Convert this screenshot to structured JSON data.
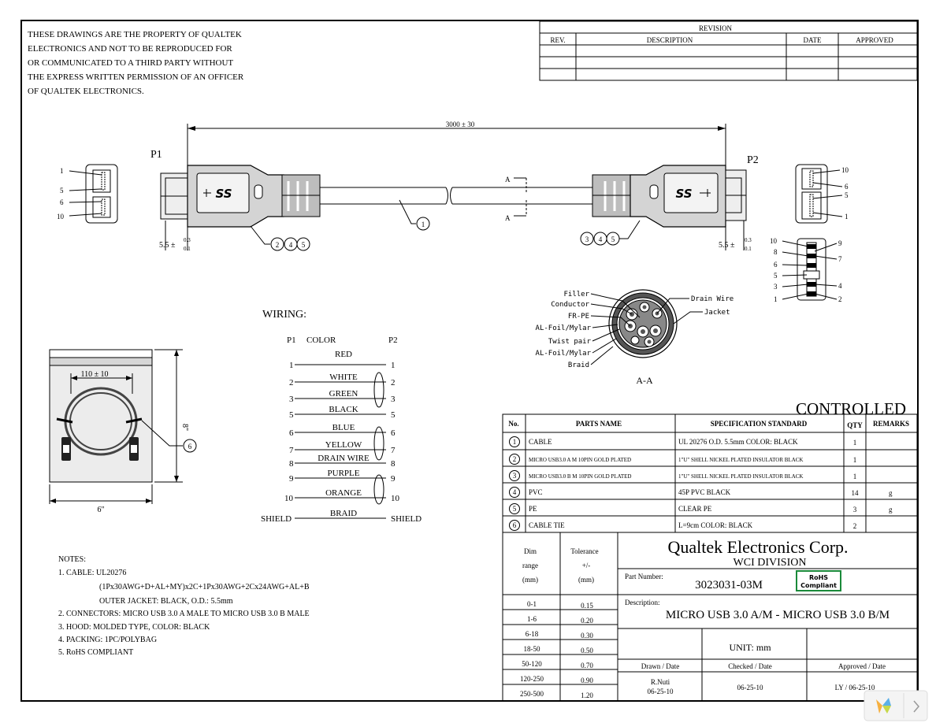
{
  "notice_lines": [
    "THESE DRAWINGS ARE THE PROPERTY OF QUALTEK",
    "ELECTRONICS AND NOT TO BE REPRODUCED FOR",
    "OR COMMUNICATED TO A THIRD PARTY WITHOUT",
    "THE EXPRESS WRITTEN PERMISSION OF AN OFFICER",
    "OF QUALTEK ELECTRONICS."
  ],
  "revision": {
    "title": "REVISION",
    "headers": [
      "REV.",
      "DESCRIPTION",
      "DATE",
      "APPROVED"
    ]
  },
  "drawing": {
    "length_dim": "3000 ± 30",
    "p1_label": "P1",
    "p2_label": "P2",
    "gap_dim_p1": "5.5 ±",
    "gap_dim_p2": "5.5 ±",
    "tol_small_a": "0.3",
    "tol_small_b": "0.1",
    "section_mark": "A",
    "usb_logo": "SS",
    "p1_pins": [
      "1",
      "5",
      "6",
      "10"
    ],
    "p2_pins": [
      "10",
      "6",
      "5",
      "1"
    ],
    "p2_side_left": [
      "10",
      "8",
      "6",
      "5",
      "3",
      "1"
    ],
    "p2_side_right": [
      "9",
      "7",
      "4",
      "2"
    ],
    "balloon_cable": "1",
    "balloons_p1": [
      "2",
      "4",
      "5"
    ],
    "balloons_p2": [
      "3",
      "4",
      "5"
    ]
  },
  "section": {
    "title": "A-A",
    "left_labels": [
      "Filler",
      "Conductor",
      "FR-PE",
      "AL-Foil/Mylar",
      "Twist pair",
      "AL-Foil/Mylar",
      "Braid"
    ],
    "right_labels": [
      "Drain Wire",
      "Jacket"
    ]
  },
  "wiring": {
    "title": "WIRING:",
    "col_p1": "P1",
    "col_color": "COLOR",
    "col_p2": "P2",
    "rows": [
      {
        "p1": "",
        "color": "RED",
        "p2": ""
      },
      {
        "p1": "1",
        "color": "",
        "p2": "1"
      },
      {
        "p1": "2",
        "color": "WHITE",
        "p2": "2"
      },
      {
        "p1": "3",
        "color": "GREEN",
        "p2": "3"
      },
      {
        "p1": "5",
        "color": "BLACK",
        "p2": "5"
      },
      {
        "p1": "6",
        "color": "BLUE",
        "p2": "6"
      },
      {
        "p1": "7",
        "color": "YELLOW",
        "p2": "7"
      },
      {
        "p1": "8",
        "color": "DRAIN WIRE",
        "p2": "8"
      },
      {
        "p1": "9",
        "color": "PURPLE",
        "p2": "9"
      },
      {
        "p1": "10",
        "color": "ORANGE",
        "p2": "10"
      },
      {
        "p1": "SHIELD",
        "color": "BRAID",
        "p2": "SHIELD"
      }
    ]
  },
  "packing": {
    "width_dim": "110 ± 10",
    "height_dim": "8\"",
    "bottom_dim": "6\"",
    "balloon": "6"
  },
  "notes": {
    "title": "NOTES:",
    "lines": [
      "1.   CABLE:  UL20276",
      "(1Px30AWG+D+AL+MY)x2C+1Px30AWG+2Cx24AWG+AL+B",
      "OUTER JACKET:  BLACK,  O.D.:  5.5mm",
      "2.   CONNECTORS:  MICRO USB 3.0 A MALE TO MICRO USB 3.0 B MALE",
      "3.   HOOD:  MOLDED  TYPE,  COLOR:  BLACK",
      "4.   PACKING:  1PC/POLYBAG",
      "5.   RoHS COMPLIANT"
    ]
  },
  "controlled": "CONTROLLED",
  "bom": {
    "headers": [
      "No.",
      "PARTS NAME",
      "SPECIFICATION STANDARD",
      "QTY",
      "REMARKS"
    ],
    "rows": [
      {
        "no": "1",
        "name": "CABLE",
        "spec": "UL 20276 O.D. 5.5mm COLOR:  BLACK",
        "qty": "1",
        "remarks": ""
      },
      {
        "no": "2",
        "name": "MICRO USB3.0 A M 10PIN GOLD PLATED",
        "spec": "1\"U\" SHELL NICKEL PLATED INSULATOR BLACK",
        "qty": "1",
        "remarks": ""
      },
      {
        "no": "3",
        "name": "MICRO USB3.0 B M 10PIN GOLD PLATED",
        "spec": "1\"U\" SHELL NICKEL PLATED INSULATOR BLACK",
        "qty": "1",
        "remarks": ""
      },
      {
        "no": "4",
        "name": "PVC",
        "spec": "45P PVC BLACK",
        "qty": "14",
        "remarks": "g"
      },
      {
        "no": "5",
        "name": "PE",
        "spec": "CLEAR PE",
        "qty": "3",
        "remarks": "g"
      },
      {
        "no": "6",
        "name": "CABLE TIE",
        "spec": "L=9cm  COLOR:  BLACK",
        "qty": "2",
        "remarks": ""
      }
    ]
  },
  "tolerance": {
    "h_dim": [
      "Dim",
      "range",
      "(mm)"
    ],
    "h_tol": [
      "Tolerance",
      "+/-",
      "(mm)"
    ],
    "rows": [
      {
        "range": "0-1",
        "tol": "0.15"
      },
      {
        "range": "1-6",
        "tol": "0.20"
      },
      {
        "range": "6-18",
        "tol": "0.30"
      },
      {
        "range": "18-50",
        "tol": "0.50"
      },
      {
        "range": "50-120",
        "tol": "0.70"
      },
      {
        "range": "120-250",
        "tol": "0.90"
      },
      {
        "range": "250-500",
        "tol": "1.20"
      }
    ]
  },
  "title_block": {
    "company": "Qualtek Electronics Corp.",
    "division": "WCI  DIVISION",
    "part_label": "Part Number:",
    "part_number": "3023031-03M",
    "rohs_line1": "RoHS",
    "rohs_line2": "Compliant",
    "desc_label": "Description:",
    "description": "MICRO USB 3.0 A/M - MICRO USB 3.0 B/M",
    "unit": "UNIT:  mm",
    "drawn_label": "Drawn / Date",
    "checked_label": "Checked / Date",
    "approved_label": "Approved / Date",
    "drawn_by": "R.Nuti",
    "drawn_date": "06-25-10",
    "checked_date": "06-25-10",
    "approved": "LY / 06-25-10"
  },
  "colors": {
    "controlled": "#e0262a",
    "rohs": "#1a8a3a",
    "hood": "#d4d4d4"
  }
}
